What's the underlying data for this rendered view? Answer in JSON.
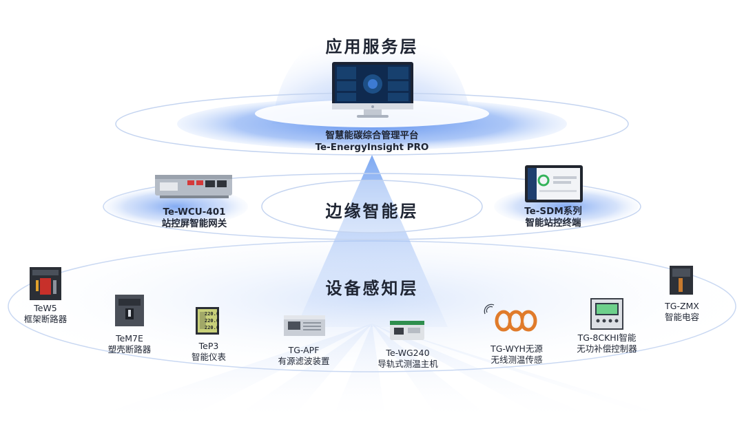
{
  "layers": {
    "application": "应用服务层",
    "edge": "边缘智能层",
    "device": "设备感知层"
  },
  "platform": {
    "name_cn": "智慧能碳综合管理平台",
    "name_en": "Te-EnergyInsight PRO"
  },
  "edge_devices": [
    {
      "model": "Te-WCU-401",
      "desc": "站控屏智能网关"
    },
    {
      "model": "Te-SDM系列",
      "desc": "智能站控终端"
    }
  ],
  "field_devices": [
    {
      "model": "TeW5",
      "desc": "框架断路器"
    },
    {
      "model": "TeM7E",
      "desc": "塑壳断路器"
    },
    {
      "model": "TeP3",
      "desc": "智能仪表"
    },
    {
      "model": "TG-APF",
      "desc": "有源滤波装置"
    },
    {
      "model": "Te-WG240",
      "desc": "导轨式测温主机"
    },
    {
      "model": "TG-WYH无源",
      "desc": "无线测温传感"
    },
    {
      "model": "TG-8CKHI智能",
      "desc": "无功补偿控制器"
    },
    {
      "model": "TG-ZMX",
      "desc": "智能电容"
    }
  ],
  "meter_display": [
    "220.0",
    "220.0",
    "220.0"
  ],
  "colors": {
    "ring_stroke": "#c9d8f2",
    "glow": "#b7d0ff",
    "beam": "#8fb4f5",
    "accent": "#1d6bd8"
  }
}
